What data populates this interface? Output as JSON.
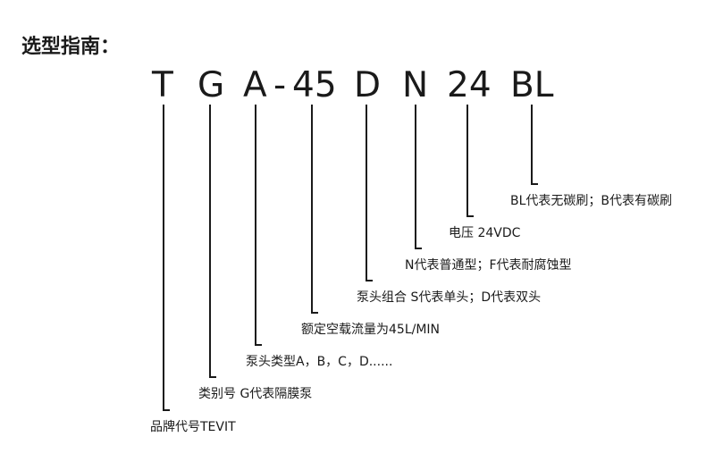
{
  "heading": "选型指南：",
  "code_segments": [
    "T",
    "G",
    "A",
    "-",
    "45",
    "D",
    "N",
    "24",
    "BL"
  ],
  "descriptions": [
    "品牌代号TEVIT",
    "类别号  G代表隔膜泵",
    "泵头类型A，B，C，D......",
    "额定空载流量为45L/MIN",
    "泵头组合  S代表单头；D代表双头",
    "N代表普通型；F代表耐腐蚀型",
    "电压  24VDC",
    "BL代表无碳刷；B代表有碳刷"
  ]
}
